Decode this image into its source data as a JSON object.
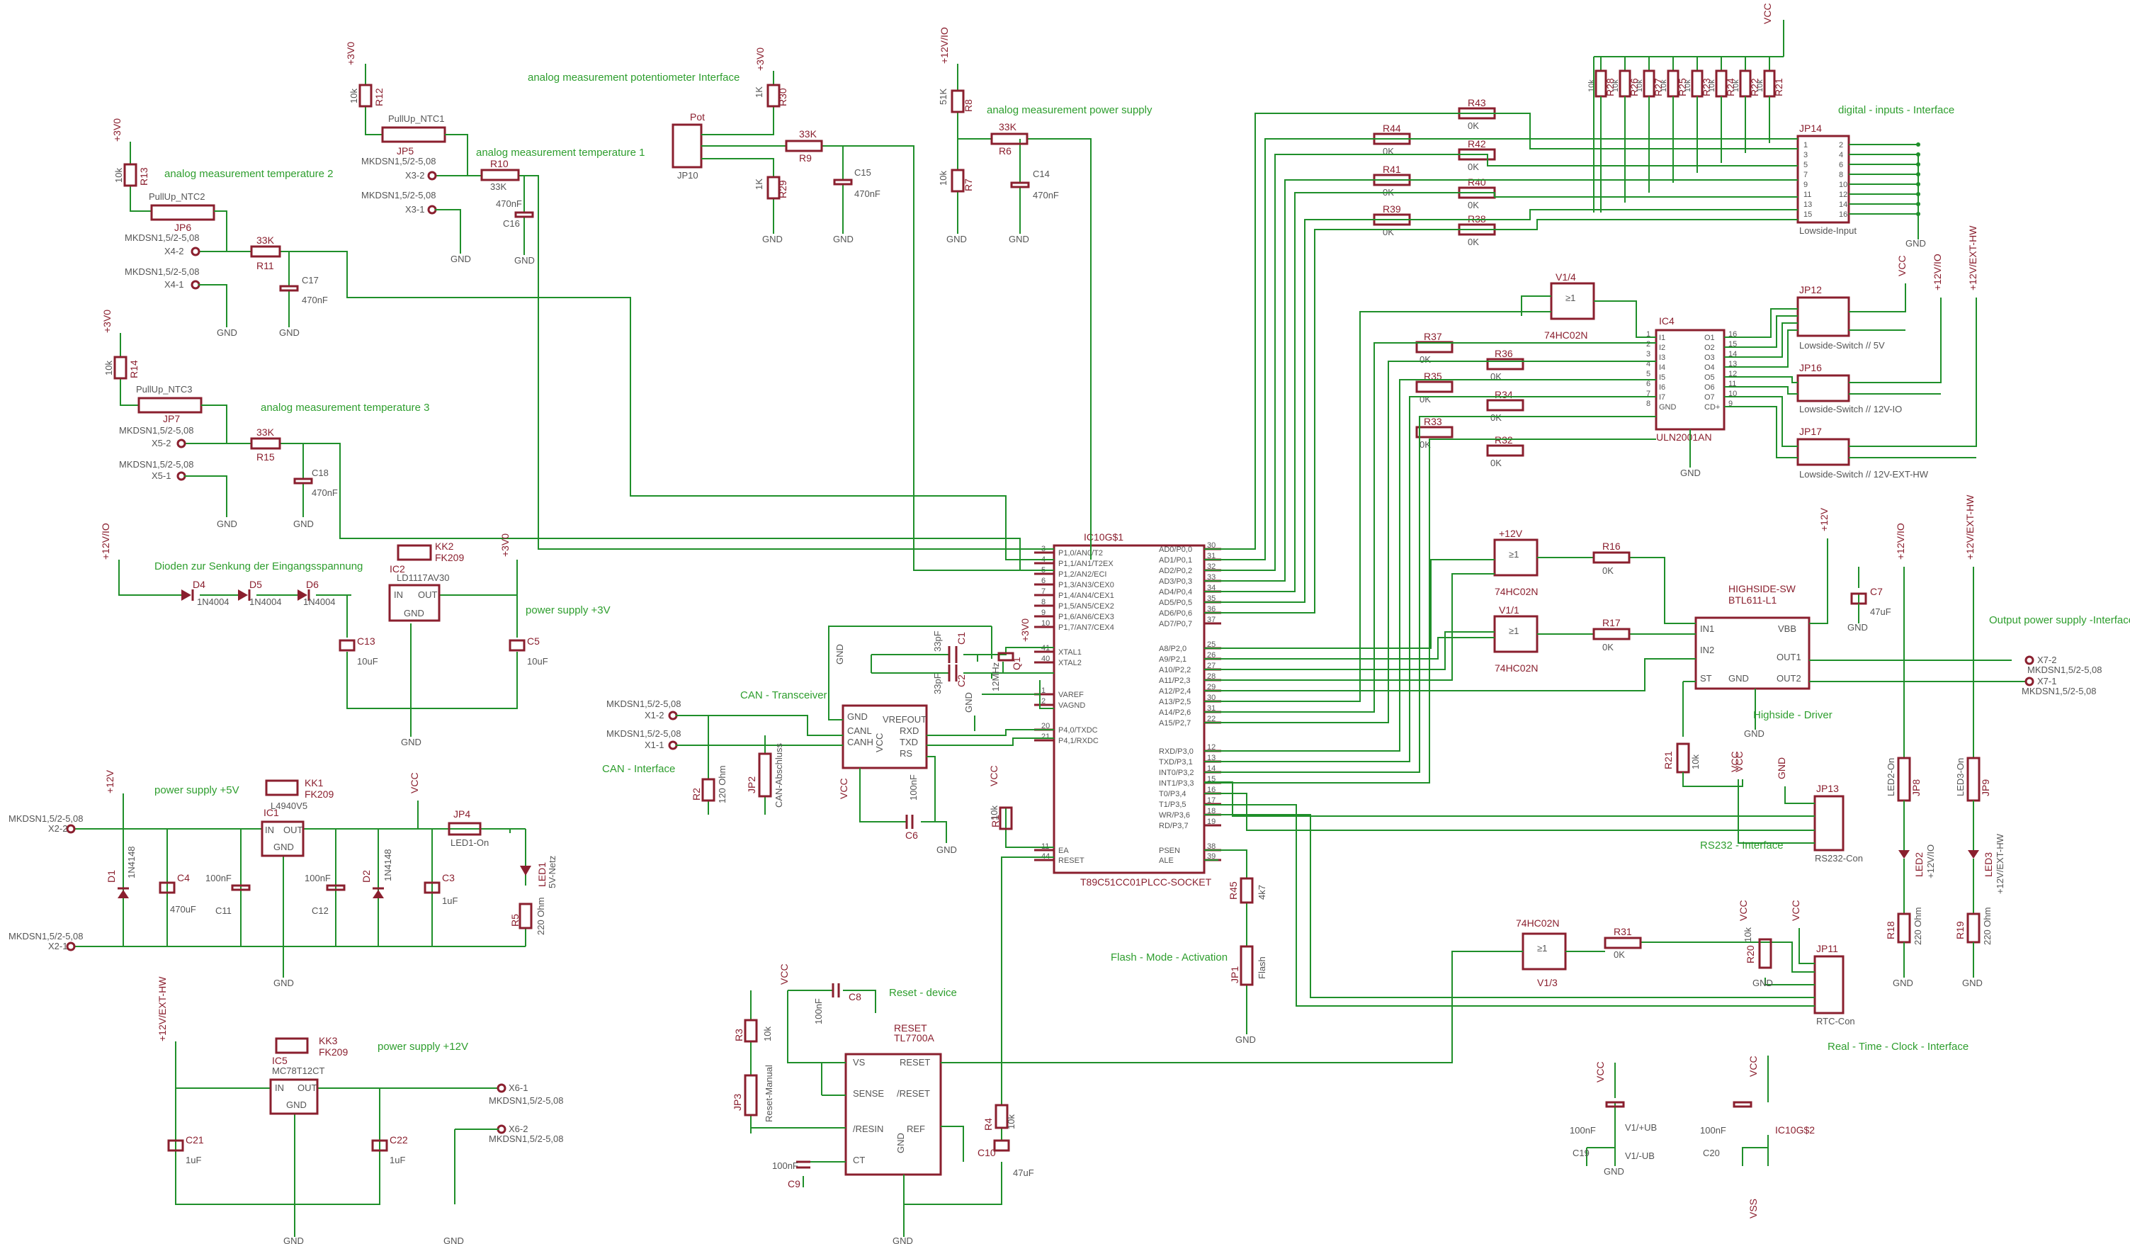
{
  "labels": {
    "analog_pot": "analog measurement potentiometer Interface",
    "analog_temp1": "analog measurement temperature 1",
    "analog_temp2": "analog measurement temperature 2",
    "analog_temp3": "analog measurement temperature 3",
    "analog_power": "analog measurement power supply",
    "digital_inputs": "digital - inputs - Interface",
    "dioden": "Dioden zur Senkung der Eingangsspannung",
    "ps3v": "power supply +3V",
    "ps5v": "power supply +5V",
    "ps12v": "power supply +12V",
    "can_tr": "CAN - Transceiver",
    "can_if": "CAN - Interface",
    "highside": "Highside - Driver",
    "out_ps": "Output power supply -Interface",
    "rs232": "RS232 - Interface",
    "rtc": "Real - Time - Clock - Interface",
    "flash": "Flash - Mode - Activation",
    "reset": "Reset - device"
  },
  "parts": {
    "jp14": "JP14",
    "lowside_input": "Lowside-Input",
    "jp12": "JP12",
    "jp16": "JP16",
    "jp17": "JP17",
    "ls5v": "Lowside-Switch // 5V",
    "ls12io": "Lowside-Switch // 12V-IO",
    "ls12ext": "Lowside-Switch // 12V-EXT-HW",
    "ic4": "IC4",
    "uln": "ULN2001AN",
    "v14": "V1/4",
    "v12": "+12V",
    "v11": "V1/1",
    "v13": "V1/3",
    "hc02": "74HC02N",
    "ic10": "IC10G$1",
    "mcu_part": "T89C51CC01PLCC-SOCKET",
    "ic10b": "IC10G$2",
    "ic2": "IC2",
    "ld": "LD1117AV30",
    "kk2": "KK2",
    "fk": "FK209",
    "ic1": "IC1",
    "l4940": "L4940V5",
    "kk1": "KK1",
    "ic5": "IC5",
    "mc78": "MC78T12CT",
    "kk3": "KK3",
    "jp13": "JP13",
    "rs232con": "RS232-Con",
    "jp11": "JP11",
    "rtccon": "RTC-Con",
    "jp10": "JP10",
    "pot": "Pot",
    "hs_title": "HIGHSIDE-SW",
    "hs_part": "BTL611-L1",
    "tl7700": "TL7700A",
    "reset_t": "RESET",
    "mkdsn": "MKDSN1,5/2-5,08",
    "jp1": "JP1",
    "flash_j": "Flash",
    "jp3": "JP3",
    "reset_manual": "Reset-Manual",
    "jp4": "JP4",
    "led1on": "LED1-On",
    "jp8": "JP8",
    "led2on": "LED2-On",
    "jp9": "JP9",
    "led3on": "LED3-On",
    "pullup1": "PullUp_NTC1",
    "pullup2": "PullUp_NTC2",
    "pullup3": "PullUp_NTC3",
    "jp5": "JP5",
    "jp6": "JP6",
    "jp7": "JP7",
    "jp2": "JP2",
    "can_abs": "CAN-Abschluss",
    "vcc": "VCC",
    "gnd": "GND",
    "v3": "+3V0",
    "v12io": "+12V/IO",
    "v12ext": "+12V/EXT-HW",
    "vss": "VSS"
  },
  "mcu_left": [
    "P1,0/AN0/T2",
    "P1,1/AN1/T2EX",
    "P1,2/AN2/ECI",
    "P1,3/AN3/CEX0",
    "P1,4/AN4/CEX1",
    "P1,5/AN5/CEX2",
    "P1,6/AN6/CEX3",
    "P1,7/AN7/CEX4",
    "XTAL1",
    "XTAL2",
    "VAREF",
    "VAGND",
    "P4,0/TXDC",
    "P4,1/RXDC",
    "EA",
    "RESET"
  ],
  "mcu_left_nums": [
    "3",
    "4",
    "5",
    "6",
    "7",
    "8",
    "9",
    "10",
    "41",
    "40",
    "1",
    "2",
    "20",
    "21",
    "11",
    "44"
  ],
  "mcu_right": [
    "AD0/P0,0",
    "AD1/P0,1",
    "AD2/P0,2",
    "AD3/P0,3",
    "AD4/P0,4",
    "AD5/P0,5",
    "AD6/P0,6",
    "AD7/P0,7",
    "A8/P2,0",
    "A9/P2,1",
    "A10/P2,2",
    "A11/P2,3",
    "A12/P2,4",
    "A13/P2,5",
    "A14/P2,6",
    "A15/P2,7",
    "RXD/P3,0",
    "TXD/P3,1",
    "INT0/P3,2",
    "INT1/P3,3",
    "T0/P3,4",
    "T1/P3,5",
    "WR/P3,6",
    "RD/P3,7",
    "PSEN",
    "ALE"
  ],
  "mcu_right_nums": [
    "30",
    "31",
    "32",
    "33",
    "34",
    "35",
    "36",
    "37",
    "25",
    "26",
    "27",
    "28",
    "29",
    "30",
    "31",
    "22",
    "12",
    "13",
    "14",
    "15",
    "16",
    "17",
    "18",
    "19",
    "38",
    "39"
  ],
  "uln_in": [
    "I1",
    "I2",
    "I3",
    "I4",
    "I5",
    "I6",
    "I7",
    "GND"
  ],
  "uln_out": [
    "O1",
    "O2",
    "O3",
    "O4",
    "O5",
    "O6",
    "O7",
    "CD+"
  ],
  "uln_in_nums": [
    "1",
    "2",
    "3",
    "4",
    "5",
    "6",
    "7",
    "8"
  ],
  "uln_out_nums": [
    "16",
    "15",
    "14",
    "13",
    "12",
    "11",
    "10",
    "9"
  ],
  "can_pins_left": [
    "GND",
    "CANL",
    "CANH",
    "VCC"
  ],
  "can_pins_right": [
    "VREFOUT",
    "RXD",
    "TXD",
    "RS"
  ],
  "hs_pins_left": [
    "IN1",
    "IN2",
    "ST",
    "GND"
  ],
  "hs_pins_right": [
    "VBB",
    "OUT1",
    "OUT2"
  ],
  "tl_pins_left": [
    "VS",
    "SENSE",
    "/RESIN",
    "CT"
  ],
  "tl_pins_right": [
    "RESET",
    "/RESET",
    "REF",
    "GND"
  ],
  "reg_pins": [
    "IN",
    "OUT",
    "GND"
  ],
  "dig_res": [
    "R28",
    "R26",
    "R27",
    "R25",
    "R23",
    "R24",
    "R22",
    "R21"
  ],
  "dig_res_vals": [
    "10k",
    "10k",
    "10k",
    "10k",
    "10k",
    "10k",
    "10k",
    "10k"
  ],
  "dig_ser": [
    {
      "name": "R43",
      "val": "0K"
    },
    {
      "name": "R44",
      "val": "0K"
    },
    {
      "name": "R42",
      "val": "0K"
    },
    {
      "name": "R41",
      "val": "0K"
    },
    {
      "name": "R40",
      "val": "0K"
    },
    {
      "name": "R39",
      "val": "0K"
    },
    {
      "name": "R38",
      "val": "0K"
    }
  ],
  "uln_ser": [
    {
      "name": "R37",
      "val": "0K"
    },
    {
      "name": "R36",
      "val": "0K"
    },
    {
      "name": "R35",
      "val": "0K"
    },
    {
      "name": "R34",
      "val": "0K"
    },
    {
      "name": "R33",
      "val": "0K"
    },
    {
      "name": "R32",
      "val": "0K"
    }
  ],
  "comps": {
    "r13": "R13",
    "r13v": "10k",
    "r12": "R12",
    "r12v": "10k",
    "r14": "R14",
    "r14v": "10k",
    "r10": "R10",
    "r10v": "33K",
    "r11": "R11",
    "r11v": "33K",
    "r15": "R15",
    "r15v": "33K",
    "c16": "C16",
    "c16v": "470nF",
    "c17": "C17",
    "c17v": "470nF",
    "c18": "C18",
    "c18v": "470nF",
    "r30": "R30",
    "r30v": "1K",
    "r29": "R29",
    "r29v": "1K",
    "r9": "R9",
    "r9v": "33K",
    "c15": "C15",
    "c15v": "470nF",
    "r8": "R8",
    "r8v": "51K",
    "r7": "R7",
    "r7v": "10k",
    "r6": "R6",
    "r6v": "33K",
    "c14": "C14",
    "c14v": "470nF",
    "d4": "D4",
    "d5": "D5",
    "d6": "D6",
    "dn": "1N4004",
    "c13": "C13",
    "c13v": "10uF",
    "c5": "C5",
    "c5v": "10uF",
    "d1": "D1",
    "d2": "D2",
    "dn2": "1N4148",
    "c4": "C4",
    "c4v": "470uF",
    "c11": "C11",
    "c11v": "100nF",
    "c12": "C12",
    "c12v": "100nF",
    "c3": "C3",
    "c3v": "1uF",
    "led1": "LED1",
    "led1v": "5V-Netz",
    "r5": "R5",
    "r5v": "220 Ohm",
    "c21": "C21",
    "c21v": "1uF",
    "c22": "C22",
    "c22v": "1uF",
    "c1": "C1",
    "c1v": "33pF",
    "c2": "C2",
    "c2v": "33pF",
    "q1": "Q1",
    "q1v": "12MHz",
    "r2": "R2",
    "r2v": "120 Ohm",
    "c6": "C6",
    "c6v": "100nF",
    "r1": "R1",
    "r1v": "10k",
    "r45": "R45",
    "r45v": "4k7",
    "c8": "C8",
    "c8v": "100nF",
    "r3": "R3",
    "r3v": "10k",
    "c9": "C9",
    "c9v": "100nF",
    "r4": "R4",
    "r4v": "10k",
    "c10": "C10",
    "c10v": "47uF",
    "r16": "R16",
    "r16v": "0K",
    "r17": "R17",
    "r17v": "0K",
    "r31": "R31",
    "r31v": "0K",
    "r21": "R21",
    "r21v": "10k",
    "r20": "R20",
    "r20v": "10k",
    "c7": "C7",
    "c7v": "47uF",
    "led2": "LED2",
    "led2v": "+12V/IO",
    "led3": "LED3",
    "led3v": "+12V/EXT-HW",
    "r18": "R18",
    "r18v": "220 Ohm",
    "r19": "R19",
    "r19v": "220 Ohm",
    "c19": "C19",
    "c19v": "100nF",
    "c20": "C20",
    "c20v": "100nF",
    "v1ub": "V1/+UB",
    "v1ub2": "V1/-UB"
  },
  "conn": {
    "x3_2": "X3-2",
    "x3_1": "X3-1",
    "x4_2": "X4-2",
    "x4_1": "X4-1",
    "x5_2": "X5-2",
    "x5_1": "X5-1",
    "x1_2": "X1-2",
    "x1_1": "X1-1",
    "x2_2": "X2-2",
    "x2_1": "X2-1",
    "x6_1": "X6-1",
    "x6_2": "X6-2",
    "x7_2": "X7-2",
    "x7_1": "X7-1"
  }
}
